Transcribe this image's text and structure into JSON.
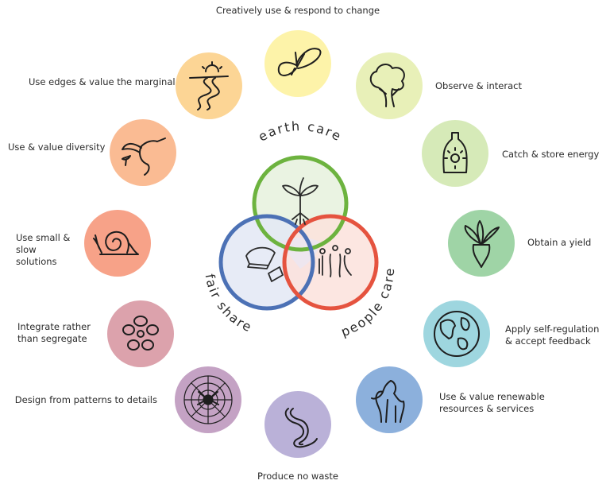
{
  "colors": {
    "earth_ring": "#6db33f",
    "fair_ring": "#4c71b5",
    "people_ring": "#e5533f",
    "earth_fill": "#eaf3e2",
    "fair_fill": "#e3e7f4",
    "people_fill": "#fbe2dc"
  },
  "ethics": {
    "earth_care": "earth care",
    "fair_share": "fair share",
    "people_care": "people care"
  },
  "principles": [
    {
      "label": "Creatively use & respond to change",
      "icon": "butterfly-icon",
      "color": "#fdf3a9"
    },
    {
      "label": "Observe & interact",
      "icon": "tree-icon",
      "color": "#e8f0b8"
    },
    {
      "label": "Catch & store energy",
      "icon": "bottle-sun-icon",
      "color": "#d6eab8"
    },
    {
      "label": "Obtain a yield",
      "icon": "radish-icon",
      "color": "#9fd4a6"
    },
    {
      "label": "Apply self-regulation & accept feedback",
      "icon": "globe-icon",
      "color": "#9ed6df"
    },
    {
      "label": "Use & value renewable resources & services",
      "icon": "horse-icon",
      "color": "#8cb0dc"
    },
    {
      "label": "Produce no waste",
      "icon": "worm-icon",
      "color": "#bab1d8"
    },
    {
      "label": "Design from patterns to details",
      "icon": "spiderweb-icon",
      "color": "#c4a2c4"
    },
    {
      "label": "Integrate rather than segregate",
      "icon": "flower-circle-icon",
      "color": "#dca2ac"
    },
    {
      "label": "Use small & slow solutions",
      "icon": "snail-icon",
      "color": "#f7a288"
    },
    {
      "label": "Use & value diversity",
      "icon": "hummingbird-icon",
      "color": "#fabb93"
    },
    {
      "label": "Use edges & value the marginal",
      "icon": "river-sun-icon",
      "color": "#fcd595"
    }
  ]
}
